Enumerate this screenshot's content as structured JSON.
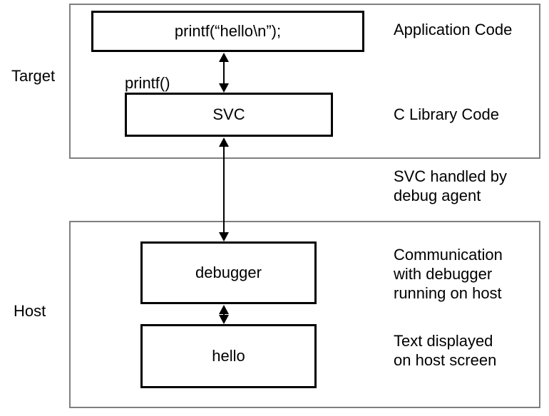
{
  "sections": {
    "target": {
      "label": "Target"
    },
    "host": {
      "label": "Host"
    }
  },
  "boxes": {
    "application": {
      "text": "printf(“hello\\n”);"
    },
    "svc": {
      "text": "SVC"
    },
    "debugger": {
      "text": "debugger"
    },
    "hello": {
      "text": "hello"
    }
  },
  "annotations": {
    "printf_call": "printf()",
    "application_code": "Application Code",
    "c_library_code": "C Library Code",
    "svc_handled": "SVC handled by\ndebug agent",
    "communication": "Communication\nwith debugger\nrunning on host",
    "text_displayed": "Text displayed\non host screen"
  },
  "arrows": {
    "app_to_svc": "bidirectional",
    "svc_to_debugger": "bidirectional",
    "debugger_to_hello": "bidirectional"
  },
  "colors": {
    "background": "#ffffff",
    "text": "#000000",
    "container_border": "#7f7f7f",
    "box_border": "#000000",
    "arrow": "#000000"
  }
}
